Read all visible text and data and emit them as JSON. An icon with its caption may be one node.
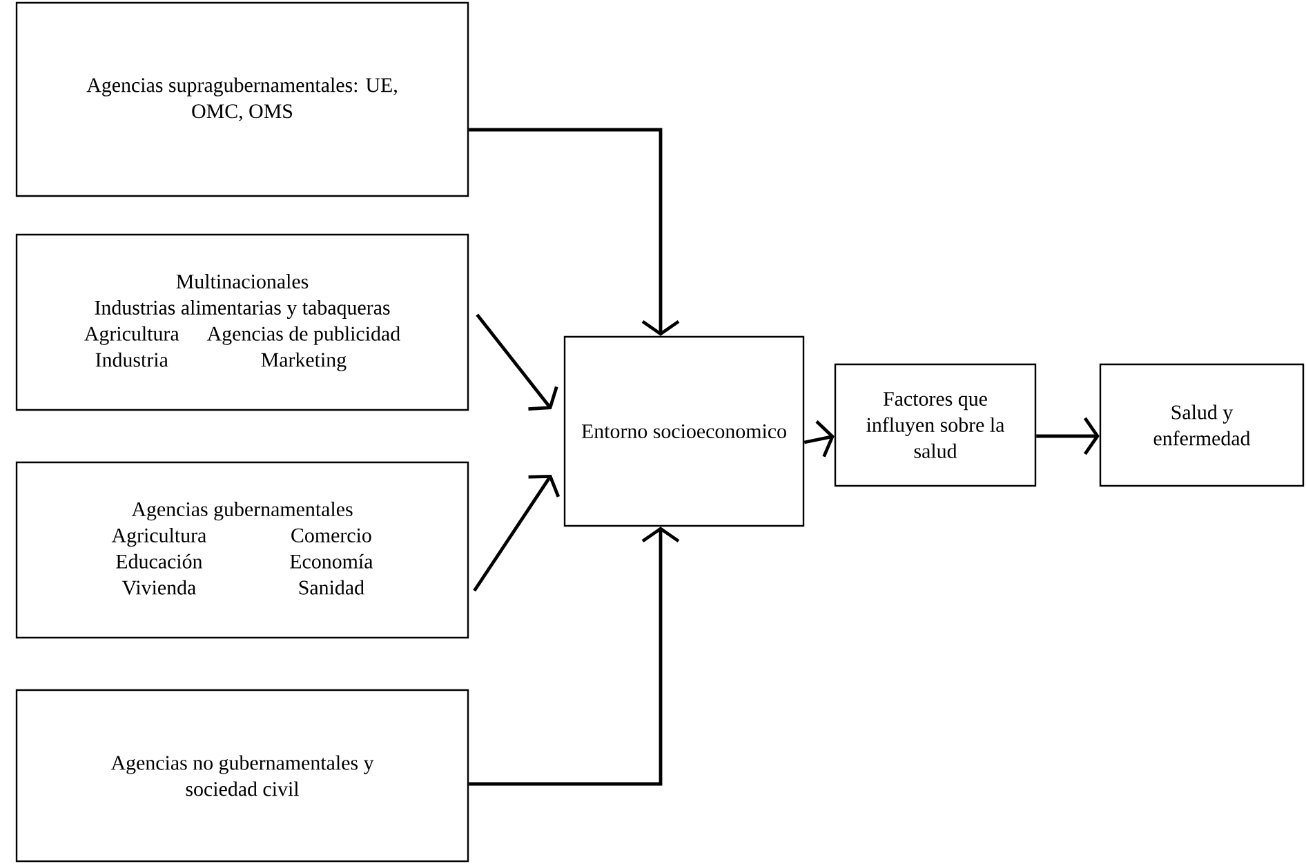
{
  "diagram": {
    "nodes": [
      {
        "text": [
          "Agencias supragubernamentales: UE, OMC, OMS"
        ]
      },
      {
        "text": [
          "Multinacionales",
          "Industrias alimentarias y tabaqueras",
          "Agricultura",
          "Agencias de publicidad",
          "Industria",
          "Marketing"
        ]
      },
      {
        "text": [
          "Agencias gubernamentales",
          "Agricultura",
          "Comercio",
          "Educación",
          "Economía",
          "Vivienda",
          "Sanidad"
        ]
      },
      {
        "text": [
          "Agencias no gubernamentales y sociedad civil"
        ]
      },
      {
        "text": [
          "Entorno socioeconomico"
        ]
      },
      {
        "text": [
          "Factores que influyen sobre la salud"
        ]
      },
      {
        "text": [
          "Salud y enfermedad"
        ]
      }
    ],
    "edges": [
      {
        "from": 0,
        "to": 4,
        "arrow": "to"
      },
      {
        "from": 1,
        "to": 4,
        "arrow": "to"
      },
      {
        "from": 2,
        "to": 4,
        "arrow": "to"
      },
      {
        "from": 3,
        "to": 4,
        "arrow": "to"
      },
      {
        "from": 4,
        "to": 5,
        "arrow": "to"
      },
      {
        "from": 5,
        "to": 6,
        "arrow": "to"
      }
    ]
  }
}
